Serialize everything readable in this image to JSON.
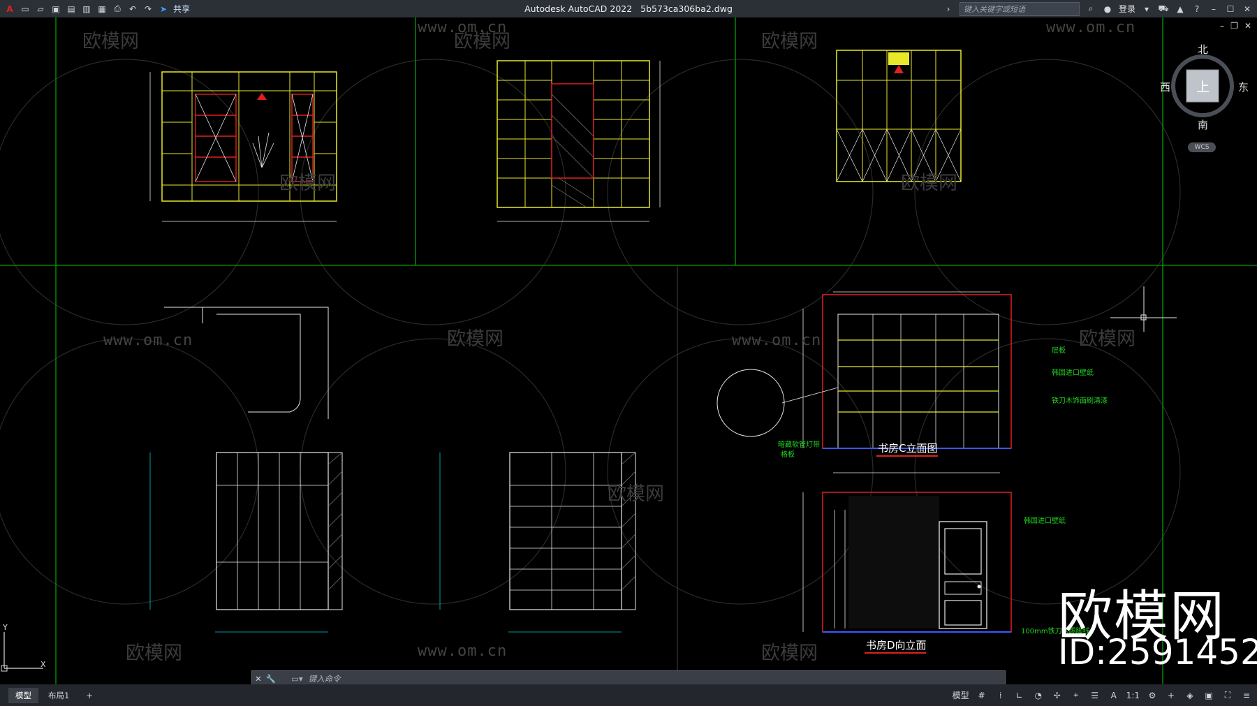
{
  "app": {
    "title": "Autodesk AutoCAD 2022",
    "filename": "5b573ca306ba2.dwg",
    "share_label": "共享",
    "search_placeholder": "键入关键字或短语",
    "login_label": "登录"
  },
  "viewcube": {
    "north": "北",
    "south": "南",
    "east": "东",
    "west": "西",
    "top_face": "上",
    "wcs": "WCS"
  },
  "drawing_labels": {
    "elevation_c": "书房C立面图",
    "elevation_d": "书房D向立面",
    "ann_wallpaper_c": "韩国进口壁纸",
    "ann_panel_c": "铁刀木饰面刷清漆",
    "ann_light": "暗藏软管灯带",
    "ann_board": "格板",
    "ann_wallpaper_d": "韩国进口壁纸",
    "ann_skirting": "100mm铁刀木踢脚线",
    "ann_shelf": "层板"
  },
  "watermark": {
    "brand": "欧模网",
    "url": "www.om.cn",
    "id_text": "ID:2591452"
  },
  "command_line": {
    "placeholder": "键入命令"
  },
  "status": {
    "tab_model": "模型",
    "tab_layout1": "布局1",
    "add_tab": "+",
    "model_label": "模型",
    "scale": "1:1"
  },
  "colors": {
    "titlebar": "#2b2f36",
    "grid_green": "#00a000",
    "cad_yellow": "#e8e82a",
    "cad_red": "#e02020",
    "cad_cyan": "#00c8c8",
    "cad_white": "#e8e8e8"
  }
}
